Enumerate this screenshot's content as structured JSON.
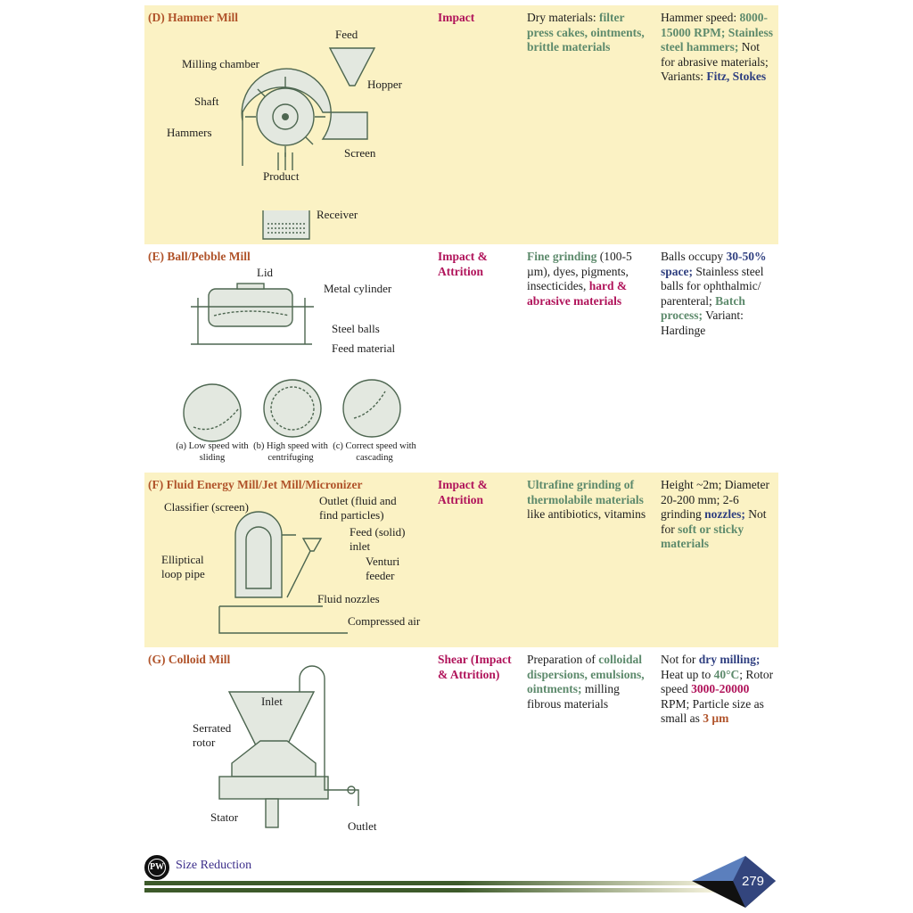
{
  "rows": [
    {
      "title": "(D) Hammer Mill",
      "mechanism": "Impact",
      "uses": [
        {
          "t": "Dry materials: ",
          "c": ""
        },
        {
          "t": "filter press cakes, ointments, brittle materials",
          "c": "g"
        }
      ],
      "notes": [
        {
          "t": "Hammer speed: ",
          "c": ""
        },
        {
          "t": "8000-15000 RPM; Stainless steel hammers;",
          "c": "g"
        },
        {
          "t": " Not for abrasive materials; Variants: ",
          "c": ""
        },
        {
          "t": "Fitz, Stokes",
          "c": "b"
        }
      ],
      "labels": [
        "Feed",
        "Milling chamber",
        "Hopper",
        "Shaft",
        "Hammers",
        "Screen",
        "Product",
        "Receiver"
      ]
    },
    {
      "title": "(E) Ball/Pebble Mill",
      "mechanism": "Impact & Attrition",
      "uses": [
        {
          "t": "Fine grinding",
          "c": "g"
        },
        {
          "t": " (100-5 µm), dyes, pigments, insecticides, ",
          "c": ""
        },
        {
          "t": "hard & abrasive materials",
          "c": "m"
        }
      ],
      "notes": [
        {
          "t": "Balls occupy ",
          "c": ""
        },
        {
          "t": "30-50% space;",
          "c": "b"
        },
        {
          "t": " Stainless steel balls for ophthalmic/ parenteral; ",
          "c": ""
        },
        {
          "t": "Batch process;",
          "c": "g"
        },
        {
          "t": " Variant: Hardinge",
          "c": ""
        }
      ],
      "labels": [
        "Lid",
        "Metal cylinder",
        "Steel balls",
        "Feed material"
      ],
      "captions": [
        "(a) Low speed with sliding",
        "(b) High speed with centrifuging",
        "(c) Correct speed with cascading"
      ]
    },
    {
      "title": "(F) Fluid Energy Mill/Jet Mill/Micronizer",
      "mechanism": "Impact & Attrition",
      "uses": [
        {
          "t": "Ultrafine grinding of thermolabile materials",
          "c": "g"
        },
        {
          "t": " like antibiotics, vitamins",
          "c": ""
        }
      ],
      "notes": [
        {
          "t": "Height ~2m; Diameter 20-200 mm; 2-6 grinding ",
          "c": ""
        },
        {
          "t": "nozzles;",
          "c": "b"
        },
        {
          "t": " Not for ",
          "c": ""
        },
        {
          "t": "soft or sticky materials",
          "c": "g"
        }
      ],
      "labels": [
        "Classifier (screen)",
        "Outlet (fluid and find particles)",
        "Feed (solid) inlet",
        "Elliptical loop pipe",
        "Venturi feeder",
        "Fluid nozzles",
        "Compressed air"
      ]
    },
    {
      "title": "(G) Colloid Mill",
      "mechanism": "Shear (Impact & Attrition)",
      "uses": [
        {
          "t": "Preparation of ",
          "c": ""
        },
        {
          "t": "colloidal dispersions, emulsions, ointments;",
          "c": "g"
        },
        {
          "t": " milling fibrous materials",
          "c": ""
        }
      ],
      "notes": [
        {
          "t": "Not for ",
          "c": ""
        },
        {
          "t": "dry milling;",
          "c": "b"
        },
        {
          "t": " Heat up to ",
          "c": ""
        },
        {
          "t": "40°C",
          "c": "g"
        },
        {
          "t": "; Rotor speed ",
          "c": ""
        },
        {
          "t": "3000-20000",
          "c": "m"
        },
        {
          "t": " RPM; Particle size as small as ",
          "c": ""
        },
        {
          "t": "3 µm",
          "c": "o"
        }
      ],
      "labels": [
        "Inlet",
        "Serrated rotor",
        "Stator",
        "Outlet"
      ]
    }
  ],
  "footer": {
    "logo": "PW",
    "section": "Size Reduction",
    "page": "279"
  },
  "colors": {
    "highlight_bg": "#fbf2c4",
    "mechanism": "#b0135a",
    "green": "#5d8a6c",
    "blue": "#2f3f80",
    "title": "#b0532a"
  }
}
